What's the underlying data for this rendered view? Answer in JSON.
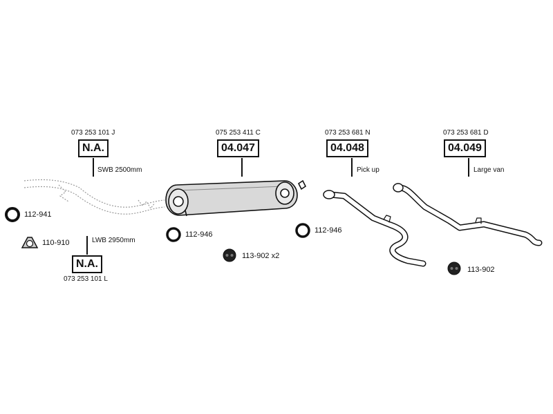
{
  "assemblies": [
    {
      "oem": "073 253 101 J",
      "ref": "N.A.",
      "note": "SWB 2500mm"
    },
    {
      "oem": "073 253 101 L",
      "ref": "N.A.",
      "note": "LWB 2950mm"
    },
    {
      "oem": "075 253 411 C",
      "ref": "04.047"
    },
    {
      "oem": "073 253 681 N",
      "ref": "04.048",
      "note": "Pick up"
    },
    {
      "oem": "073 253 681 D",
      "ref": "04.049",
      "note": "Large van"
    }
  ],
  "fittings": [
    {
      "code": "112-941",
      "icon": "ring-clamp-icon"
    },
    {
      "code": "110-910",
      "icon": "gasket-icon"
    },
    {
      "code": "112-946",
      "icon": "ring-clamp-icon"
    },
    {
      "code": "113-902 x2",
      "icon": "rubber-hanger-icon"
    },
    {
      "code": "112-946",
      "icon": "ring-clamp-icon"
    },
    {
      "code": "113-902",
      "icon": "rubber-hanger-icon"
    }
  ]
}
